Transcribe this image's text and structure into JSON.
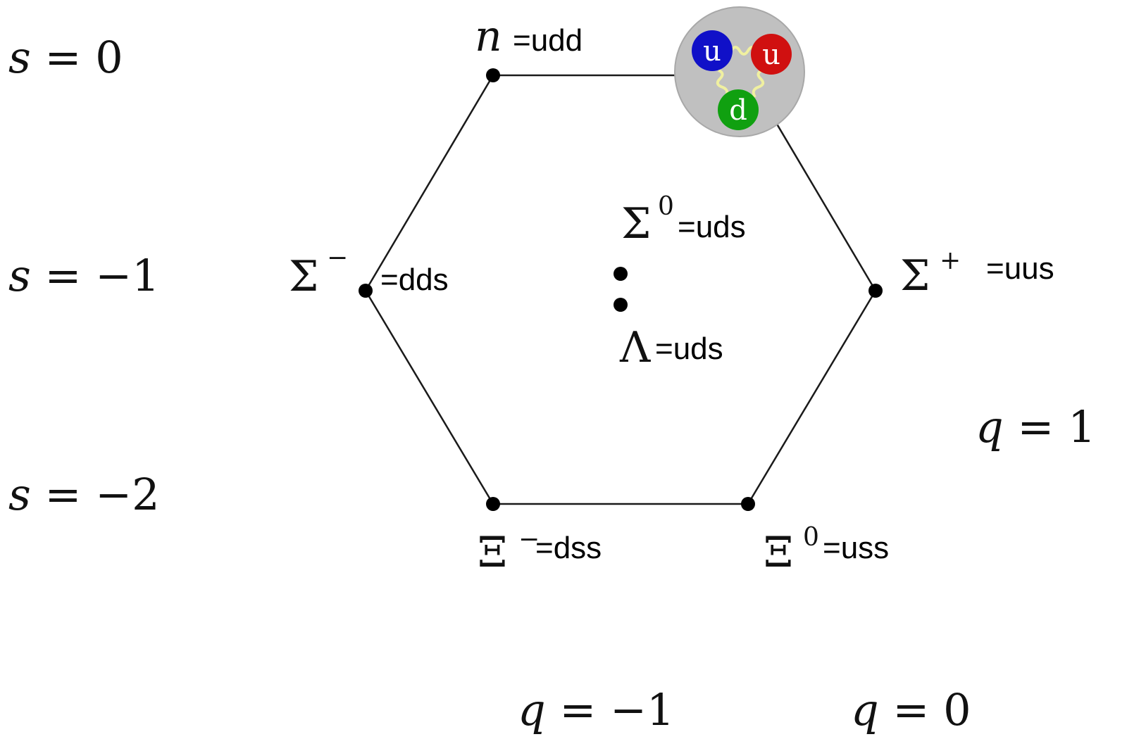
{
  "strangeness_labels": {
    "s0": {
      "var": "s",
      "value": "0"
    },
    "s1": {
      "var": "s",
      "value": "−1"
    },
    "s2": {
      "var": "s",
      "value": "−2"
    }
  },
  "charge_labels": {
    "q1": {
      "var": "q",
      "value": "1"
    },
    "qm1": {
      "var": "q",
      "value": "−1"
    },
    "q0": {
      "var": "q",
      "value": "0"
    }
  },
  "particles": {
    "neutron": {
      "symbol": "n",
      "superscript": "",
      "quarks": "=udd"
    },
    "sigma_minus": {
      "symbol": "Σ",
      "superscript": "−",
      "quarks": "=dds"
    },
    "sigma_plus": {
      "symbol": "Σ",
      "superscript": "+",
      "quarks": "=uus"
    },
    "sigma_zero": {
      "symbol": "Σ",
      "superscript": "0",
      "quarks": "=uds"
    },
    "lambda": {
      "symbol": "Λ",
      "superscript": "",
      "quarks": "=uds"
    },
    "xi_minus": {
      "symbol": "Ξ",
      "superscript": "−",
      "quarks": "=dss"
    },
    "xi_zero": {
      "symbol": "Ξ",
      "superscript": "0",
      "quarks": "=uss"
    }
  },
  "proton_icon": {
    "quark_left": {
      "label": "u",
      "color": "#1010c8"
    },
    "quark_right": {
      "label": "u",
      "color": "#d01010"
    },
    "quark_bottom": {
      "label": "d",
      "color": "#10a010"
    },
    "background": "#c0c0c0",
    "gluon_color": "#f0f0a0"
  }
}
